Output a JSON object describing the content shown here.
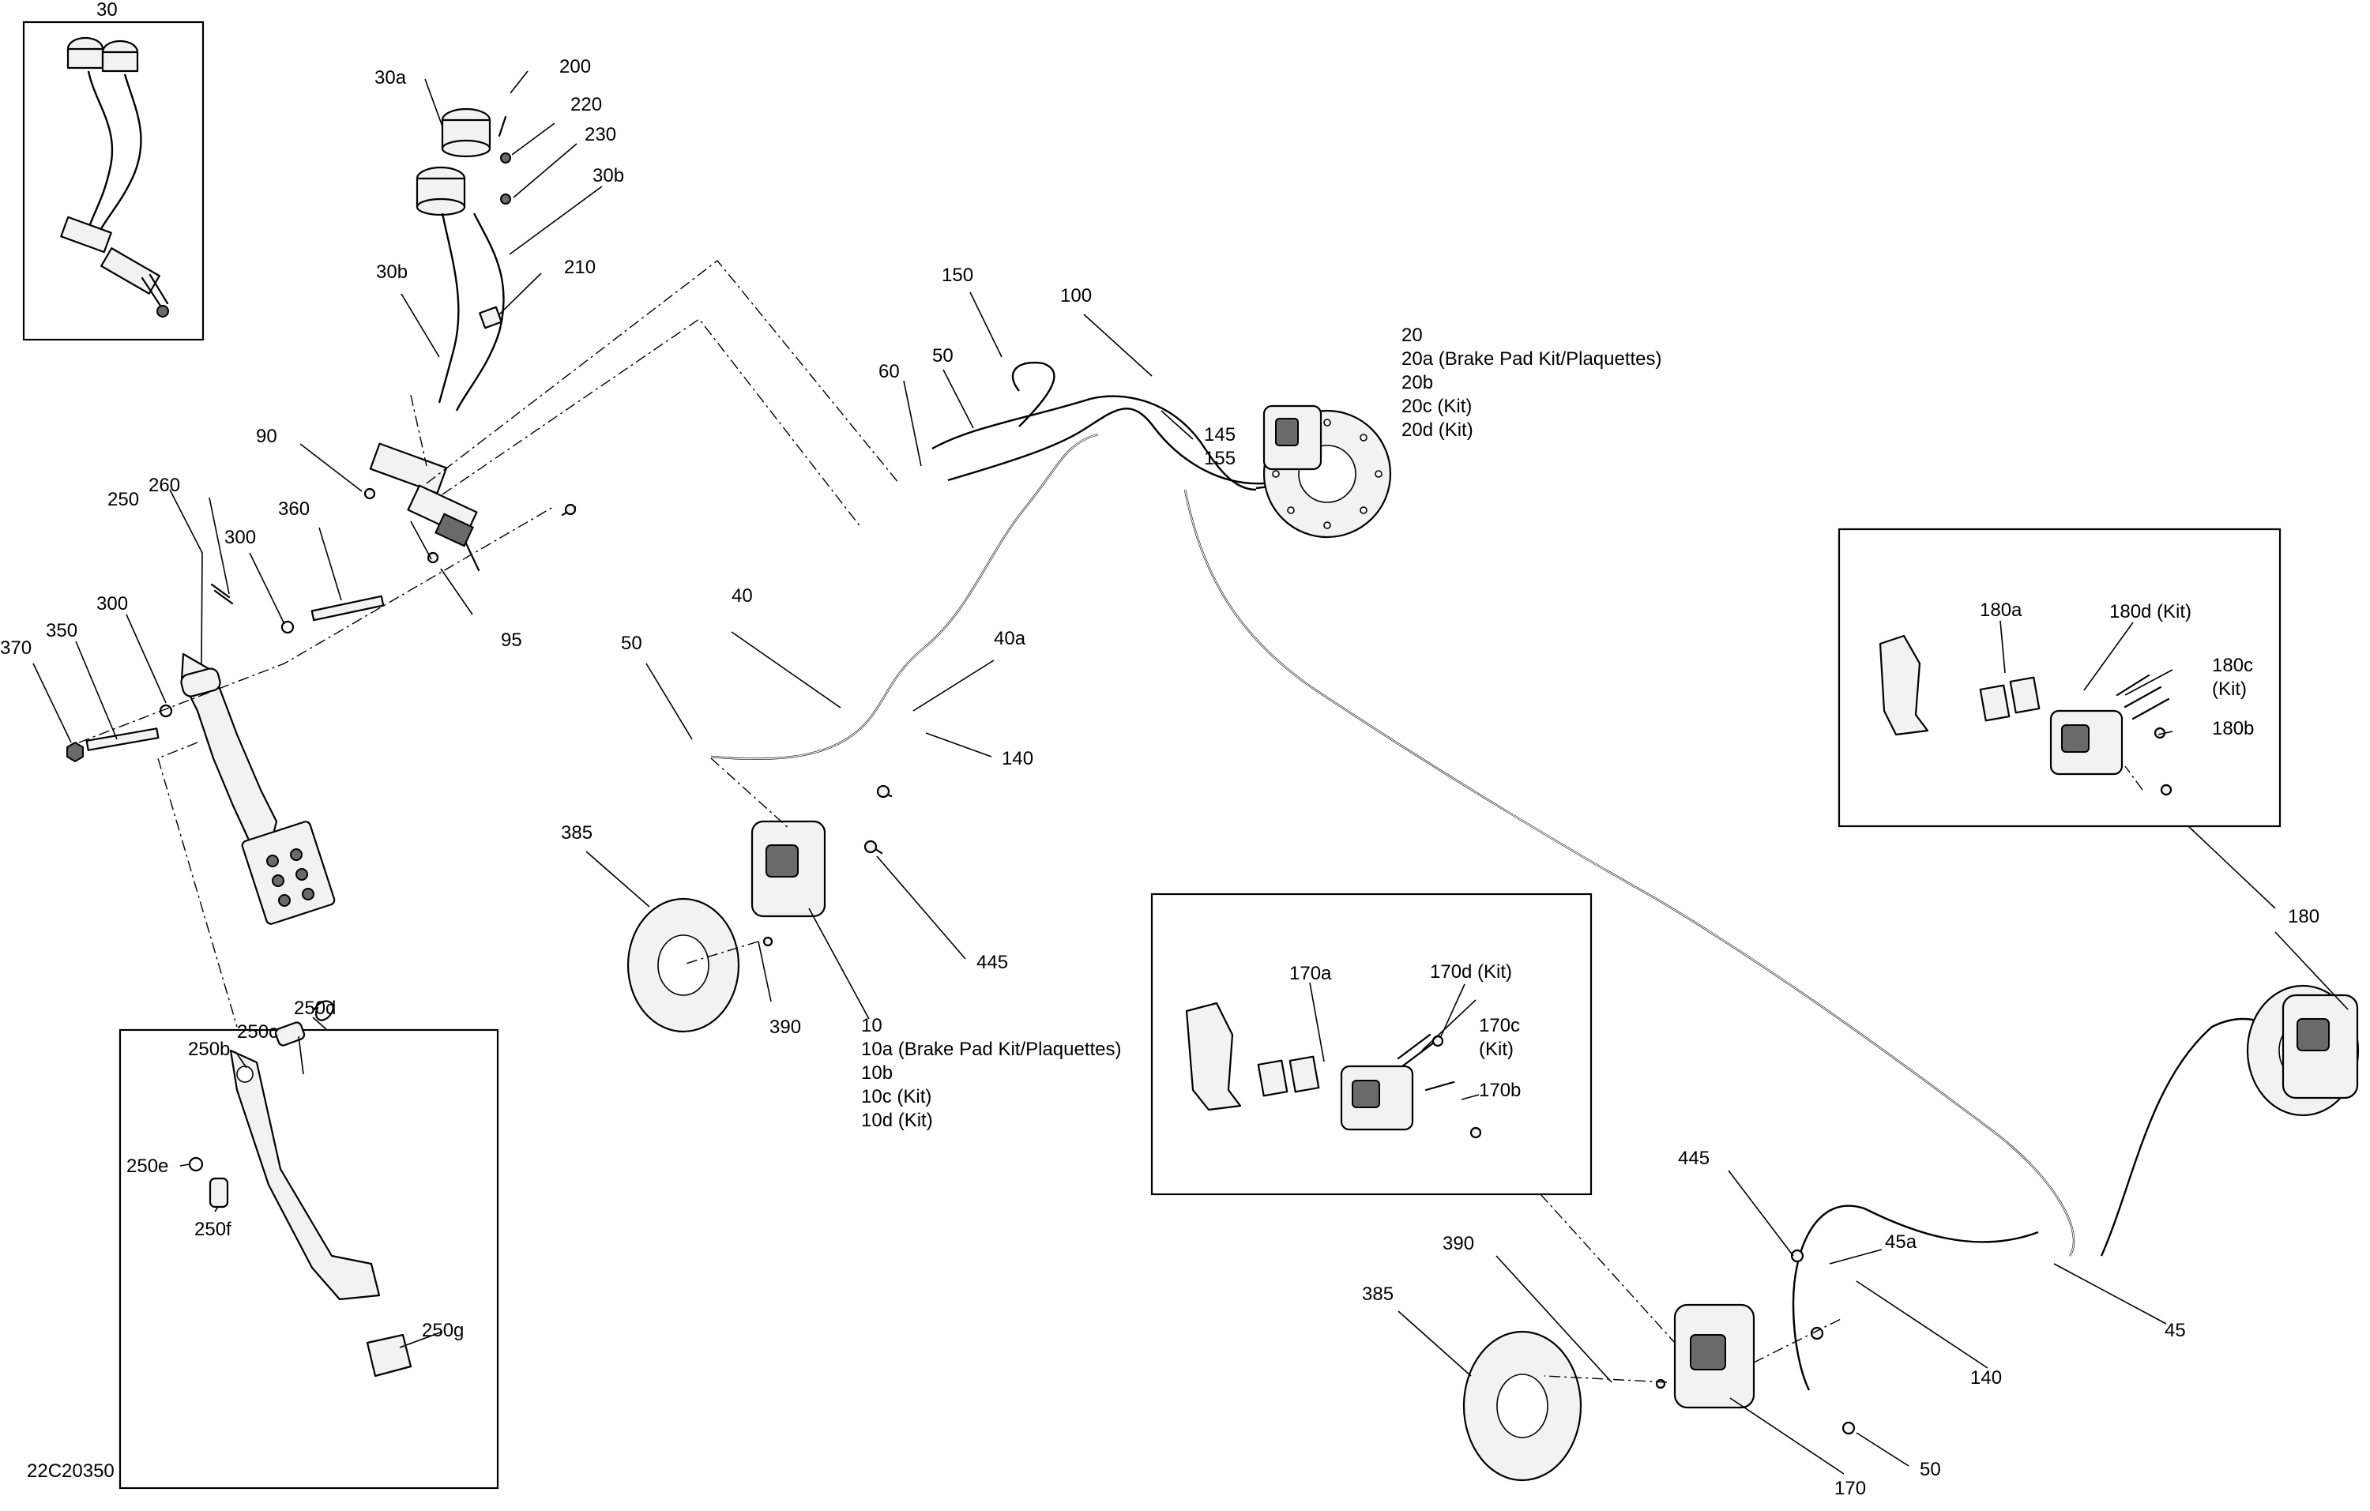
{
  "diagram": {
    "figure_id": "22C20350",
    "callouts": {
      "c30": "30",
      "c30a": "30a",
      "c200": "200",
      "c220": "220",
      "c230": "230",
      "c30b_top": "30b",
      "c30b": "30b",
      "c210": "210",
      "c90": "90",
      "c260": "260",
      "c250": "250",
      "c360": "360",
      "c300_a": "300",
      "c300_b": "300",
      "c350": "350",
      "c370": "370",
      "c95": "95",
      "c150": "150",
      "c100": "100",
      "c60": "60",
      "c50_top": "50",
      "c145": "145",
      "c155": "155",
      "c20": "20",
      "c20a": "20a (Brake Pad Kit/Plaquettes)",
      "c20b": "20b",
      "c20c": "20c (Kit)",
      "c20d": "20d (Kit)",
      "c40": "40",
      "c40a": "40a",
      "c50_mid": "50",
      "c140_mid": "140",
      "c385_left": "385",
      "c445_left": "445",
      "c390_left": "390",
      "c10": "10",
      "c10a": "10a (Brake Pad Kit/Plaquettes)",
      "c10b": "10b",
      "c10c": "10c (Kit)",
      "c10d": "10d (Kit)",
      "c180a": "180a",
      "c180d": "180d (Kit)",
      "c180c": "180c",
      "c180c_kit": "(Kit)",
      "c180b": "180b",
      "c180": "180",
      "c170a": "170a",
      "c170d": "170d (Kit)",
      "c170c": "170c",
      "c170c_kit": "(Kit)",
      "c170b": "170b",
      "c250d": "250d",
      "c250c": "250c",
      "c250b": "250b",
      "c250e": "250e",
      "c250f": "250f",
      "c250g": "250g",
      "c445_right": "445",
      "c45a": "45a",
      "c45": "45",
      "c140_right": "140",
      "c390_right": "390",
      "c385_right": "385",
      "c50_right": "50",
      "c170": "170"
    }
  }
}
